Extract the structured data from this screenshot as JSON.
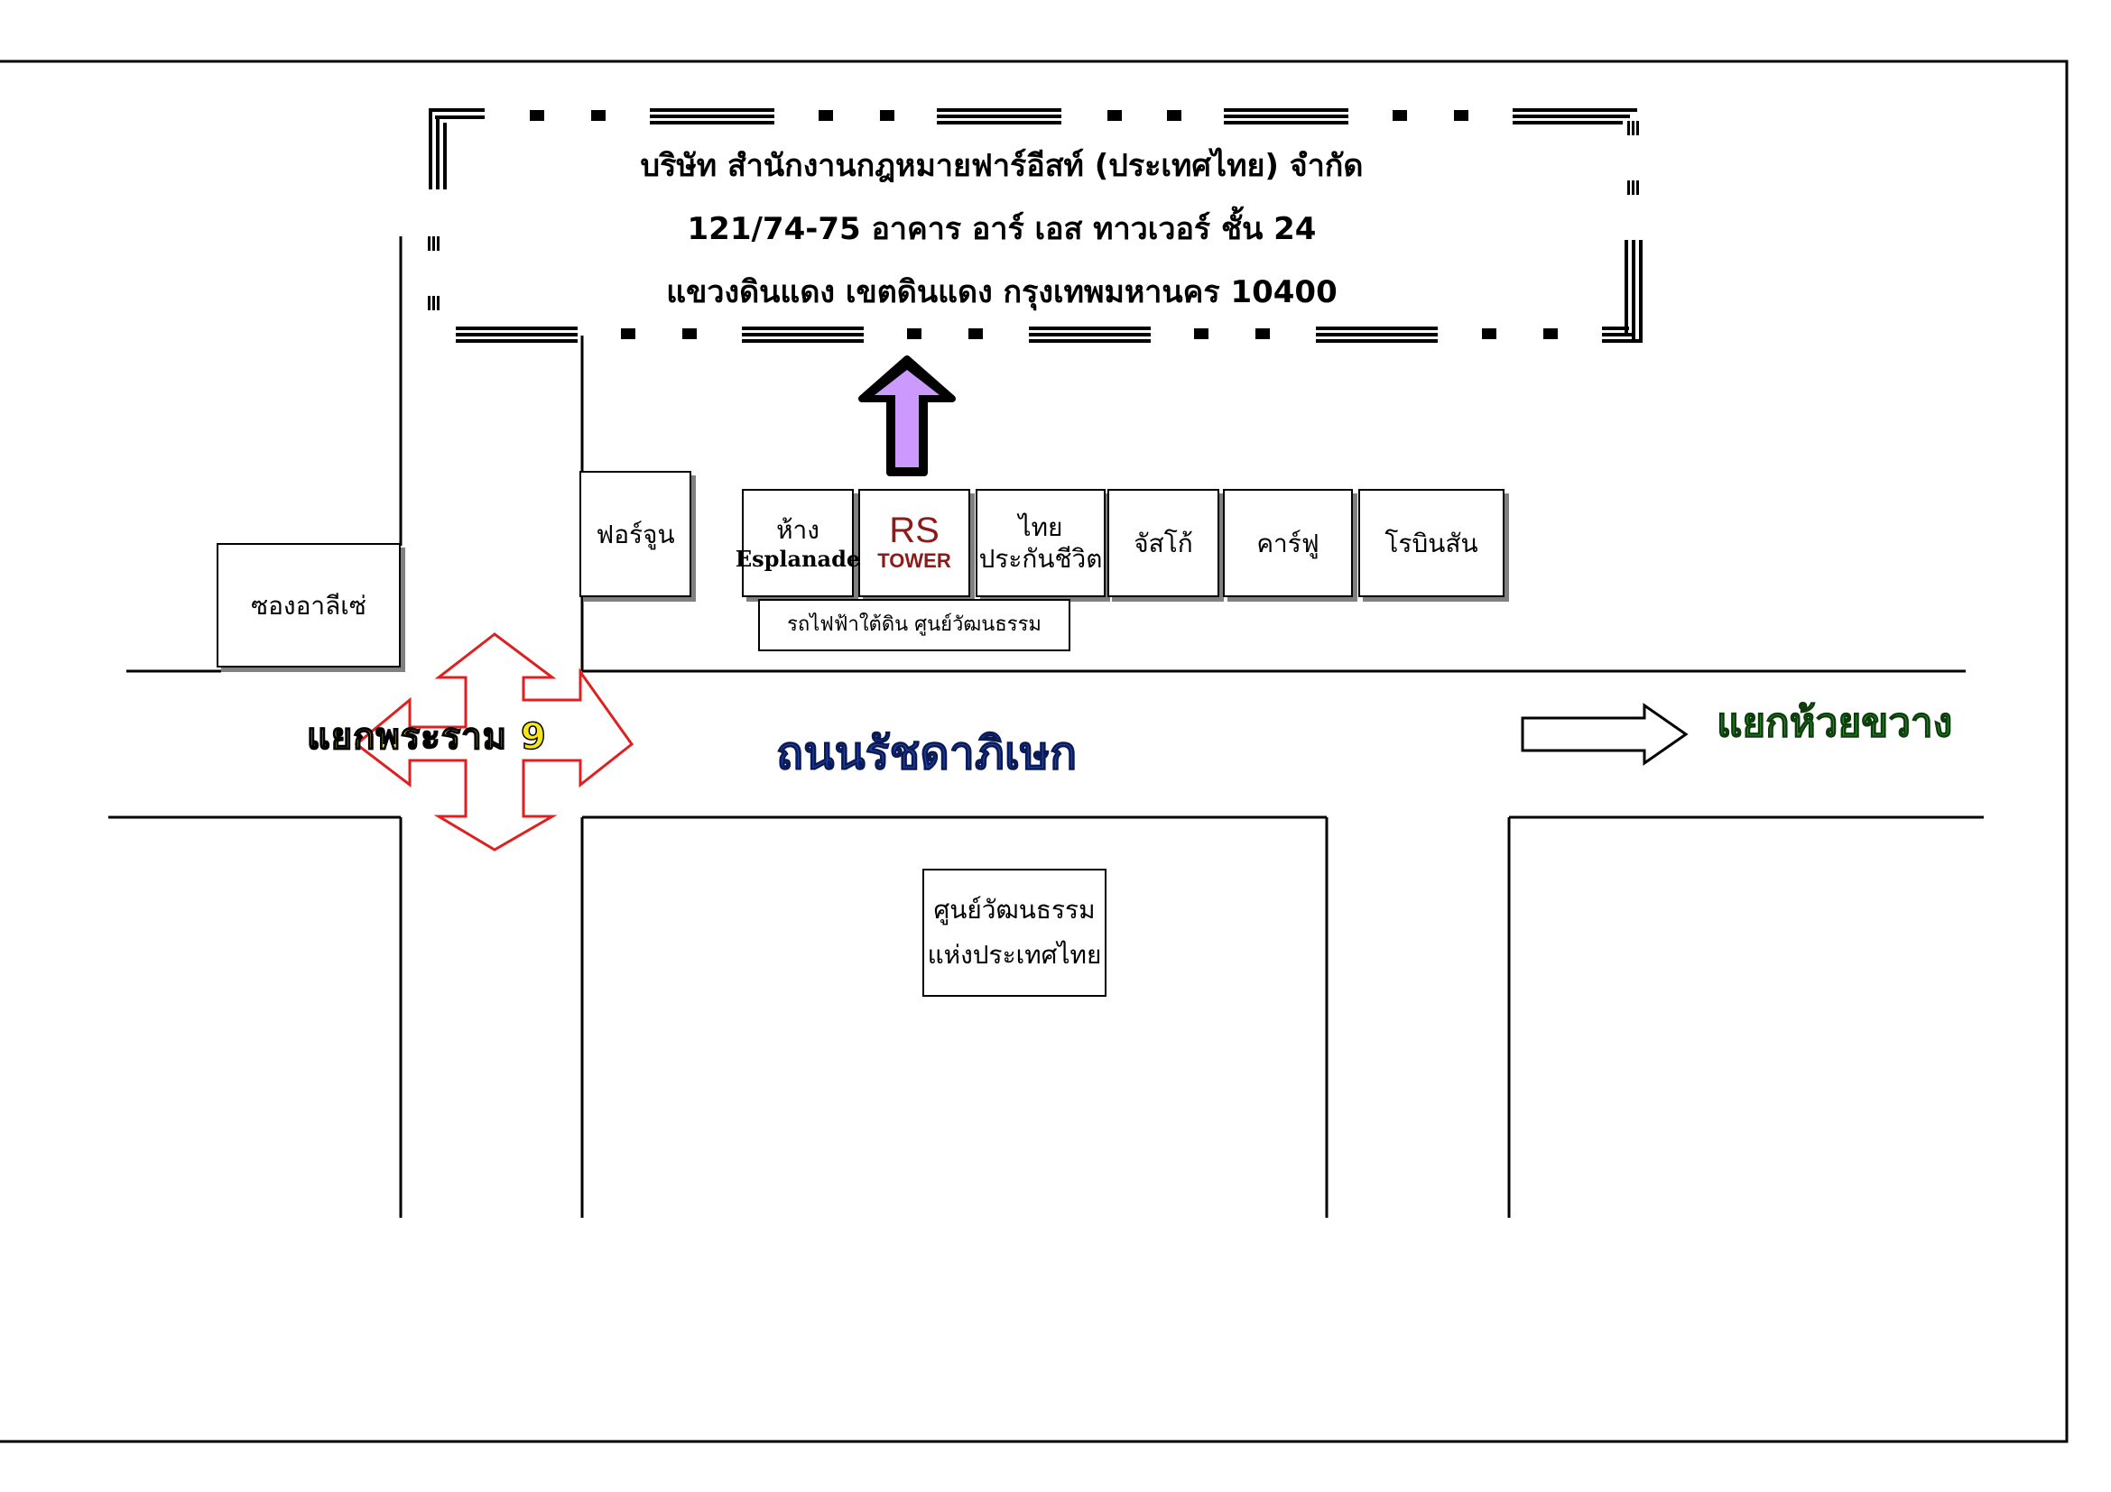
{
  "company": {
    "name": "บริษัท สำนักงานกฎหมายฟาร์อีสท์ (ประเทศไทย) จำกัด",
    "address_line1": "121/74-75  อาคาร อาร์ เอส ทาวเวอร์ ชั้น 24",
    "address_line2": "แขวงดินแดง เขตดินแดง กรุงเทพมหานคร 10400"
  },
  "buildings": {
    "soi": "ซองอาลีเซ่",
    "fortune": "ฟอร์จูน",
    "esplanade_1": "ห้าง",
    "esplanade_2": "Esplanade",
    "rs_logo": "RS",
    "rs_sub": "TOWER",
    "thai_life_1": "ไทย",
    "thai_life_2": "ประกันชีวิต",
    "jusco": "จัสโก้",
    "carrefour": "คาร์ฟู",
    "robinson": "โรบินสัน",
    "mrt": "รถไฟฟ้าใต้ดิน ศูนย์วัฒนธรรม",
    "cultural_1": "ศูนย์วัฒนธรรม",
    "cultural_2": "แห่งประเทศไทย"
  },
  "roads": {
    "rama9": "แยกพระราม 9",
    "ratchada": "ถนนรัชดาภิเษก",
    "huaikhwang": "แยกห้วยขวาง"
  },
  "colors": {
    "up_arrow": "#CC99FF",
    "cross_arrow": "#E02020",
    "rama9_text": "#F5E61C",
    "ratchada_text": "#1F3FA8",
    "huaikhwang_text": "#2E8B2E",
    "rs_red": "#8B1A1A"
  },
  "icons": {
    "up_arrow": "up-arrow-icon",
    "cross_arrow": "four-way-arrow-icon",
    "right_arrow": "right-arrow-icon"
  }
}
